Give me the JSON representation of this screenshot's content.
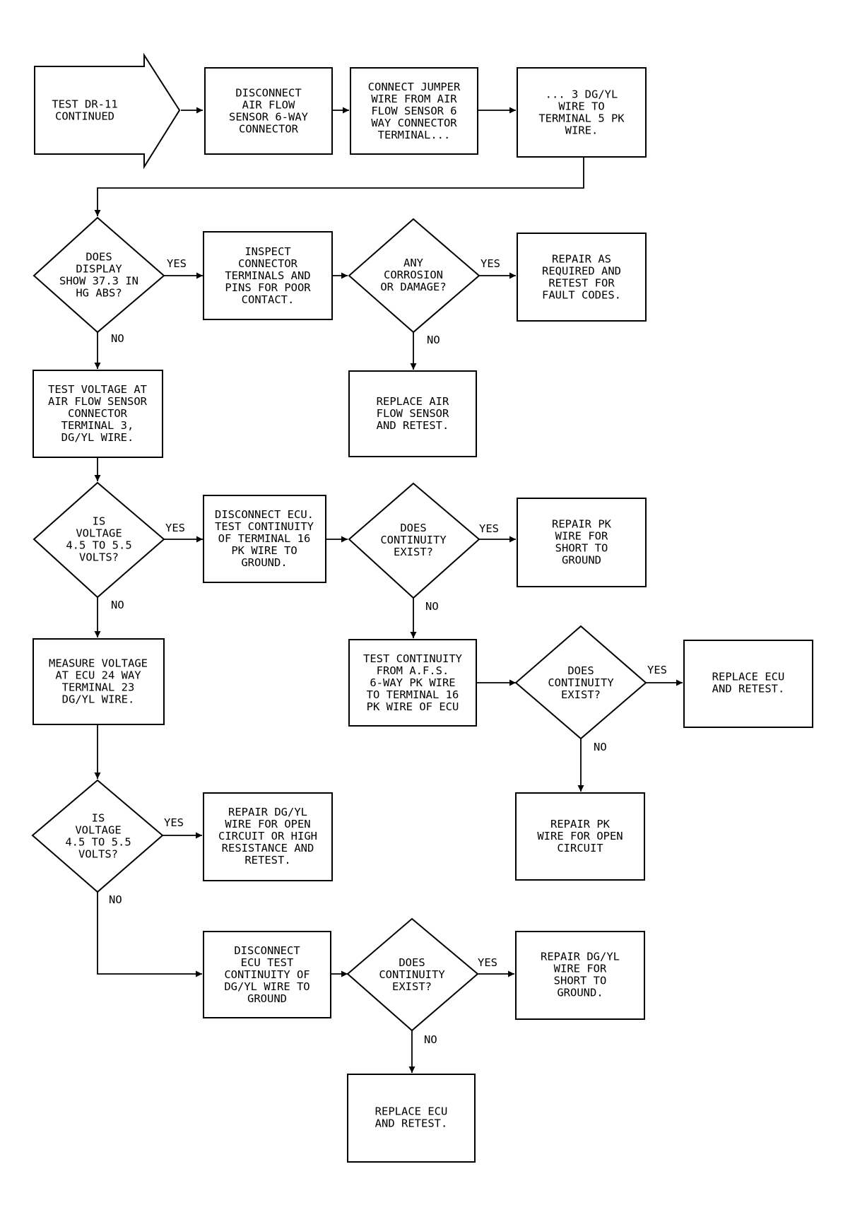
{
  "nodes": {
    "start": [
      "TEST DR-11",
      "CONTINUED"
    ],
    "disconnect_afs": [
      "DISCONNECT",
      "AIR FLOW",
      "SENSOR 6-WAY",
      "CONNECTOR"
    ],
    "connect_jumper": [
      "CONNECT JUMPER",
      "WIRE FROM AIR",
      "FLOW SENSOR 6",
      "WAY CONNECTOR",
      "TERMINAL..."
    ],
    "jumper_cont": [
      "... 3 DG/YL",
      "WIRE TO",
      "TERMINAL 5 PK",
      "WIRE."
    ],
    "q_display": [
      "DOES",
      "DISPLAY",
      "SHOW 37.3 IN",
      "HG ABS?"
    ],
    "inspect": [
      "INSPECT",
      "CONNECTOR",
      "TERMINALS AND",
      "PINS FOR POOR",
      "CONTACT."
    ],
    "q_corrosion": [
      "ANY",
      "CORROSION",
      "OR DAMAGE?"
    ],
    "repair_retest": [
      "REPAIR AS",
      "REQUIRED AND",
      "RETEST FOR",
      "FAULT CODES."
    ],
    "replace_afs": [
      "REPLACE AIR",
      "FLOW SENSOR",
      "AND RETEST."
    ],
    "test_voltage": [
      "TEST VOLTAGE AT",
      "AIR FLOW SENSOR",
      "CONNECTOR",
      "TERMINAL 3,",
      "DG/YL WIRE."
    ],
    "q_voltage1": [
      "IS",
      "VOLTAGE",
      "4.5 TO 5.5",
      "VOLTS?"
    ],
    "disconnect_ecu1": [
      "DISCONNECT ECU.",
      "TEST CONTINUITY",
      "OF TERMINAL 16",
      "PK WIRE TO",
      "GROUND."
    ],
    "q_cont1": [
      "DOES",
      "CONTINUITY",
      "EXIST?"
    ],
    "repair_pk_short": [
      "REPAIR PK",
      "WIRE FOR",
      "SHORT TO",
      "GROUND"
    ],
    "measure_voltage": [
      "MEASURE VOLTAGE",
      "AT ECU 24 WAY",
      "TERMINAL 23",
      "DG/YL WIRE."
    ],
    "test_cont_afs": [
      "TEST CONTINUITY",
      "FROM A.F.S.",
      "6-WAY PK WIRE",
      "TO TERMINAL 16",
      "PK WIRE OF ECU"
    ],
    "q_cont2": [
      "DOES",
      "CONTINUITY",
      "EXIST?"
    ],
    "replace_ecu1": [
      "REPLACE ECU",
      "AND RETEST."
    ],
    "repair_pk_open": [
      "REPAIR PK",
      "WIRE FOR OPEN",
      "CIRCUIT"
    ],
    "q_voltage2": [
      "IS",
      "VOLTAGE",
      "4.5 TO 5.5",
      "VOLTS?"
    ],
    "repair_dgyl_open": [
      "REPAIR DG/YL",
      "WIRE FOR OPEN",
      "CIRCUIT OR HIGH",
      "RESISTANCE AND",
      "RETEST."
    ],
    "disconnect_ecu2": [
      "DISCONNECT",
      "ECU TEST",
      "CONTINUITY OF",
      "DG/YL WIRE TO",
      "GROUND"
    ],
    "q_cont3": [
      "DOES",
      "CONTINUITY",
      "EXIST?"
    ],
    "repair_dgyl_short": [
      "REPAIR DG/YL",
      "WIRE FOR",
      "SHORT TO",
      "GROUND."
    ],
    "replace_ecu2": [
      "REPLACE ECU",
      "AND RETEST."
    ]
  },
  "edge_labels": {
    "display_yes": "YES",
    "display_no": "NO",
    "corrosion_yes": "YES",
    "corrosion_no": "NO",
    "voltage1_yes": "YES",
    "voltage1_no": "NO",
    "cont1_yes": "YES",
    "cont1_no": "NO",
    "cont2_yes": "YES",
    "cont2_no": "NO",
    "voltage2_yes": "YES",
    "voltage2_no": "NO",
    "cont3_yes": "YES",
    "cont3_no": "NO"
  }
}
